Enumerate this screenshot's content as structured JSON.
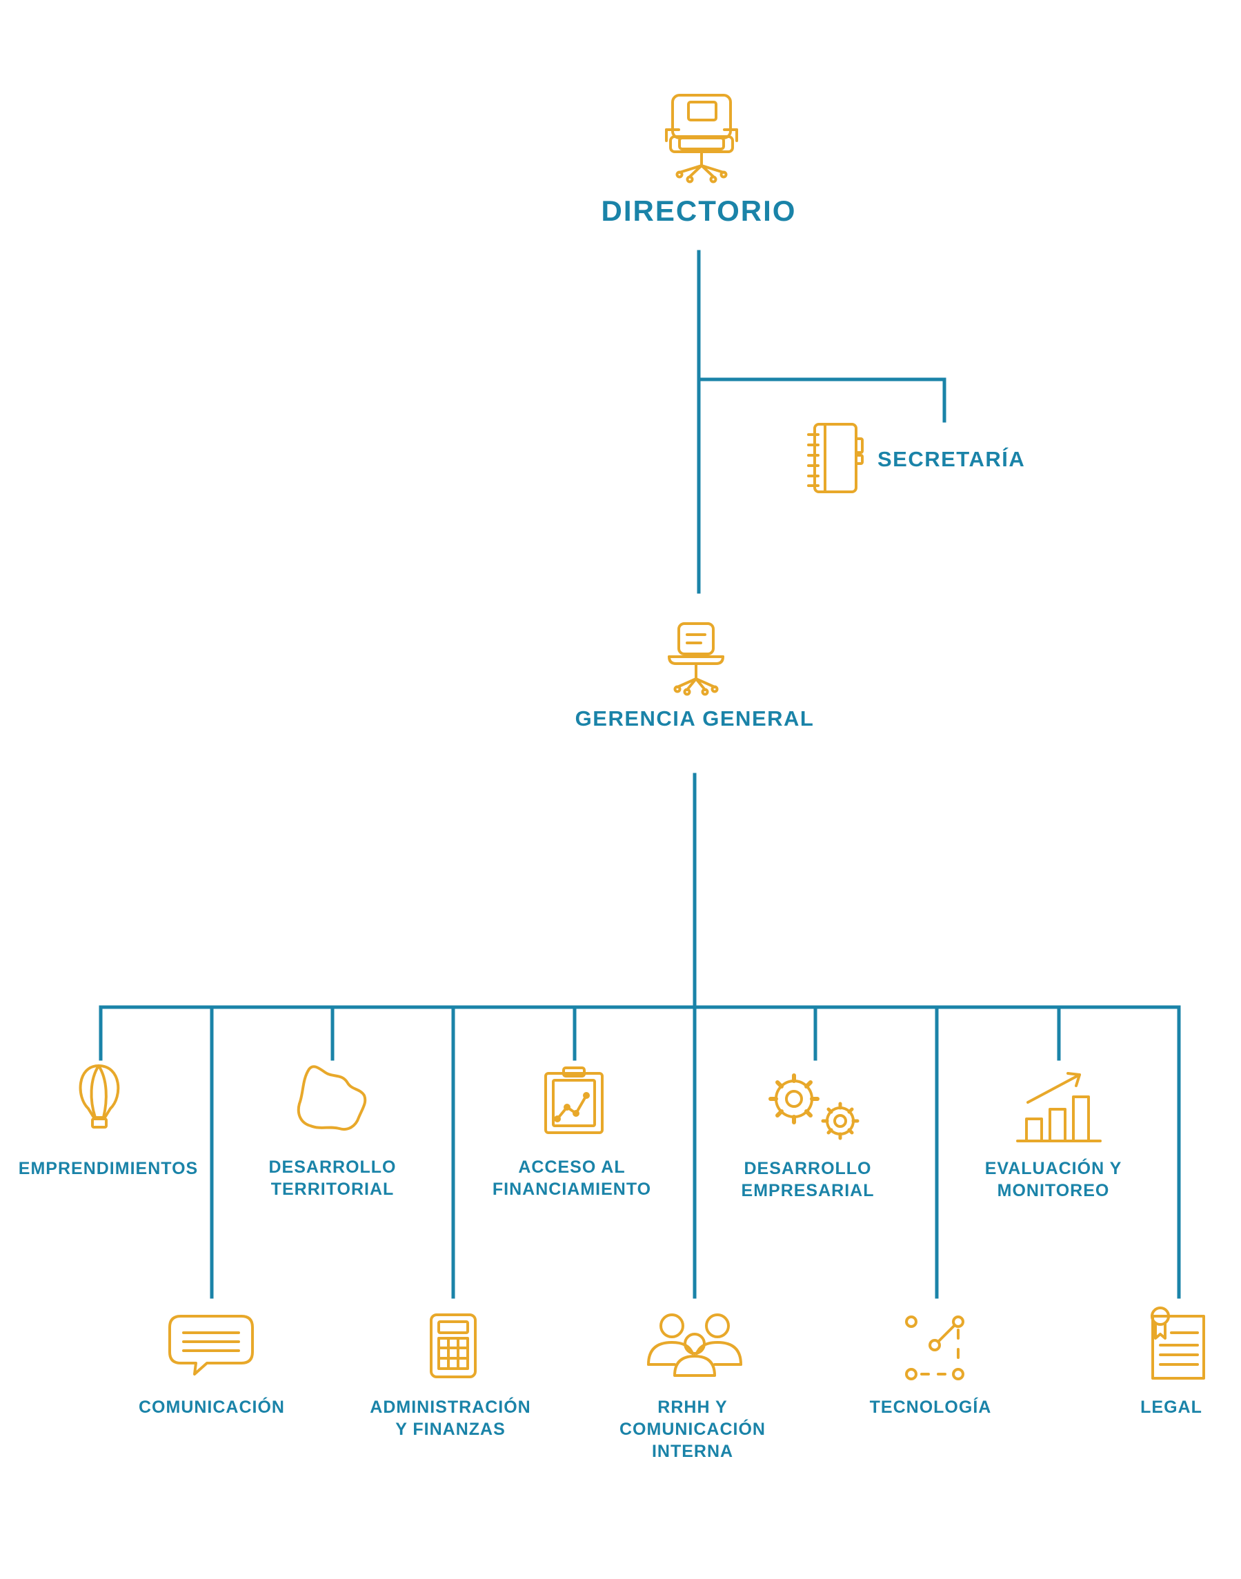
{
  "colors": {
    "line": "#1a83a8",
    "icon": "#e8a82a",
    "text": "#1a83a8"
  },
  "top": {
    "directorio": {
      "label": "DIRECTORIO",
      "icon": "office-chair-icon"
    },
    "secretaria": {
      "label": "SECRETARÍA",
      "icon": "notebook-icon"
    },
    "gerencia": {
      "label": "GERENCIA GENERAL",
      "icon": "desk-chair-icon"
    }
  },
  "departments": {
    "emprendimientos": {
      "label": "EMPRENDIMIENTOS",
      "icon": "hot-air-balloon-icon"
    },
    "comunicacion": {
      "label": "COMUNICACIÓN",
      "icon": "speech-bubble-icon"
    },
    "desarrollo_territorial": {
      "label": "DESARROLLO\nTERRITORIAL",
      "icon": "territory-map-icon"
    },
    "administracion": {
      "label": "ADMINISTRACIÓN\nY FINANZAS",
      "icon": "calculator-icon"
    },
    "acceso": {
      "label": "ACCESO AL\nFINANCIAMIENTO",
      "icon": "clipboard-chart-icon"
    },
    "rrhh": {
      "label": "RRHH Y\nCOMUNICACIÓN\nINTERNA",
      "icon": "people-group-icon"
    },
    "desarrollo_empresarial": {
      "label": "DESARROLLO\nEMPRESARIAL",
      "icon": "gears-icon"
    },
    "tecnologia": {
      "label": "TECNOLOGÍA",
      "icon": "network-nodes-icon"
    },
    "evaluacion": {
      "label": "EVALUACIÓN Y\nMONITOREO",
      "icon": "growth-bars-icon"
    },
    "legal": {
      "label": "LEGAL",
      "icon": "certificate-icon"
    }
  }
}
